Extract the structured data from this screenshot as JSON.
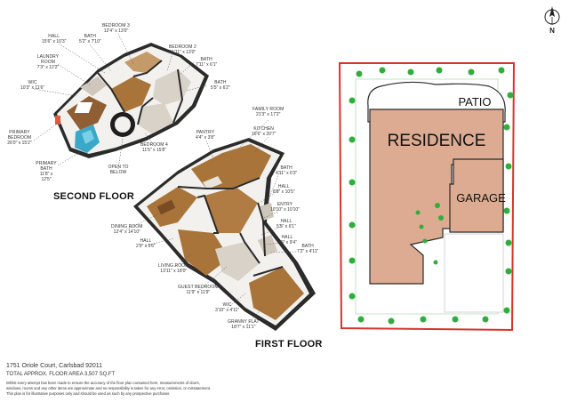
{
  "compass": {
    "letter": "N"
  },
  "site_plan": {
    "patio": "PATIO",
    "residence": "RESIDENCE",
    "garage": "GARAGE"
  },
  "floors": {
    "second": "SECOND FLOOR",
    "first": "FIRST FLOOR"
  },
  "rooms": {
    "bedroom3": {
      "name": "BEDROOM 3",
      "dim": "12'4\" x 13'0\""
    },
    "hall_upper": {
      "name": "HALL",
      "dim": "15'6\" x 10'3\""
    },
    "bath_upper1": {
      "name": "BATH",
      "dim": "5'2\" x 7'10\""
    },
    "bedroom2": {
      "name": "BEDROOM 2",
      "dim": "11'11\" x 13'0\""
    },
    "laundry": {
      "name": "LAUNDRY ROOM",
      "dim": "7'3\" x 12'2\""
    },
    "bath_upper2": {
      "name": "BATH",
      "dim": "7'11\" x 6'1\""
    },
    "bath_upper3": {
      "name": "BATH",
      "dim": "5'5\" x 6'2\""
    },
    "wic_upper": {
      "name": "WIC",
      "dim": "10'3\" x 11'6\""
    },
    "primary_bedroom": {
      "name": "PRIMARY BEDROOM",
      "dim": "26'0\" x 15'2\""
    },
    "primary_bath": {
      "name": "PRIMARY BATH",
      "dim": "11'8\" x 12'5\""
    },
    "open_below": {
      "name": "OPEN TO BELOW",
      "dim": ""
    },
    "bedroom4": {
      "name": "BEDROOM 4",
      "dim": "11'5\" x 15'8\""
    },
    "family_room": {
      "name": "FAMILY ROOM",
      "dim": "21'3\" x 17'2\""
    },
    "pantry": {
      "name": "PANTRY",
      "dim": "4'4\" x 3'8\""
    },
    "kitchen": {
      "name": "KITCHEN",
      "dim": "16'6\" x 20'7\""
    },
    "bath_lower1": {
      "name": "BATH",
      "dim": "4'11\" x 6'3\""
    },
    "hall_lower1": {
      "name": "HALL",
      "dim": "8'8\" x 10'5\""
    },
    "entry": {
      "name": "ENTRY",
      "dim": "10'10\" x 10'10\""
    },
    "hall_lower2": {
      "name": "HALL",
      "dim": "5'5\" x 6'1\""
    },
    "dining": {
      "name": "DINING ROOM",
      "dim": "12'4\" x 14'10\""
    },
    "hall_lower3": {
      "name": "HALL",
      "dim": "5'5\" x 9'4\""
    },
    "hall_lower4": {
      "name": "HALL",
      "dim": "2'9\" x 5'6\""
    },
    "bath_lower2": {
      "name": "BATH",
      "dim": "7'2\" x 4'11\""
    },
    "living": {
      "name": "LIVING ROOM",
      "dim": "13'11\" x 18'0\""
    },
    "guest_bedroom": {
      "name": "GUEST BEDROOM",
      "dim": "11'9\" x 11'9\""
    },
    "wic_lower": {
      "name": "WIC",
      "dim": "3'10\" x 4'11\""
    },
    "granny_flat": {
      "name": "GRANNY FLAT",
      "dim": "18'7\" x 11'1\""
    }
  },
  "footer": {
    "address": "1751 Oriole Court, Carlsbad 92011",
    "area": "TOTAL APPROX. FLOOR AREA 3,507 SQ.FT",
    "disclaimer1": "Whilst every attempt has been made to ensure the accuracy of the floor plan contained here, measurements of doors,",
    "disclaimer2": "windows, rooms and any other items are approximate and no responsibility is taken for any error, omission, or misstatement.",
    "disclaimer3": "This plan is for illustrative purposes only and should be used as such by any prospective purchaser."
  },
  "colors": {
    "floor_wood": "#a8743a",
    "wall": "#2b2b2b",
    "residence": "#dcab91",
    "landscape_border": "#d9342b",
    "green": "#2fae3c",
    "garden_bg": "#ffffff"
  }
}
